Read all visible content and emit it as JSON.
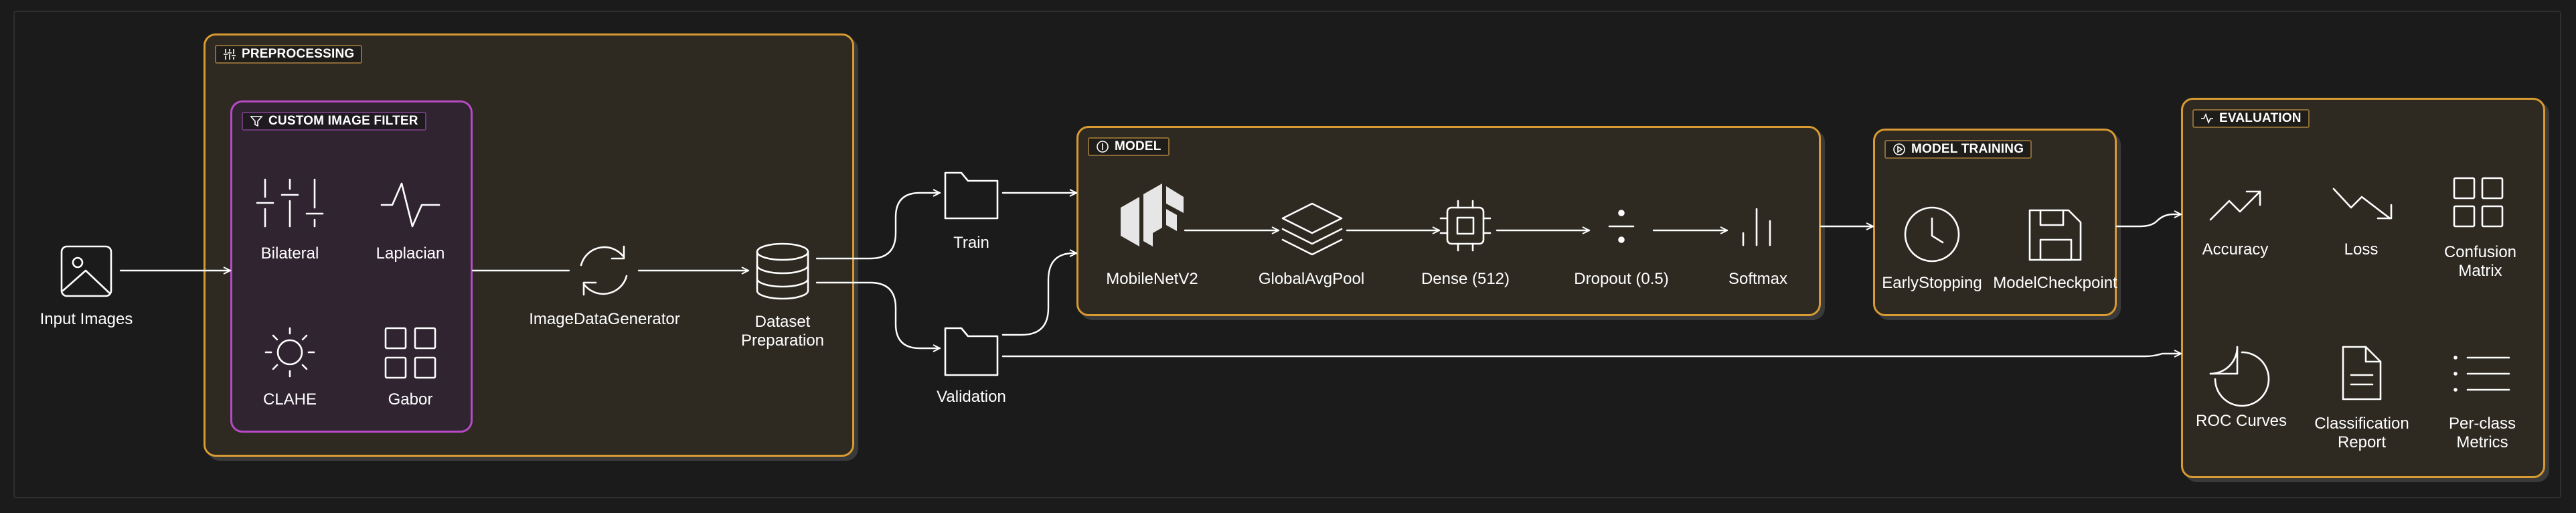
{
  "sections": {
    "preprocessing": "PREPROCESSING",
    "custom_filter": "CUSTOM IMAGE FILTER",
    "model": "MODEL",
    "model_training": "MODEL TRAINING",
    "evaluation": "EVALUATION"
  },
  "nodes": {
    "input_images": "Input Images",
    "bilateral": "Bilateral",
    "laplacian": "Laplacian",
    "clahe": "CLAHE",
    "gabor": "Gabor",
    "image_data_generator": "ImageDataGenerator",
    "dataset_preparation_1": "Dataset",
    "dataset_preparation_2": "Preparation",
    "train": "Train",
    "validation": "Validation",
    "mobilenetv2": "MobileNetV2",
    "global_avg_pool": "GlobalAvgPool",
    "dense": "Dense (512)",
    "dropout": "Dropout (0.5)",
    "softmax": "Softmax",
    "early_stopping": "EarlyStopping",
    "model_checkpoint": "ModelCheckpoint",
    "accuracy": "Accuracy",
    "loss": "Loss",
    "confusion_matrix_1": "Confusion",
    "confusion_matrix_2": "Matrix",
    "roc_curves": "ROC Curves",
    "classification_report_1": "Classification",
    "classification_report_2": "Report",
    "per_class_metrics_1": "Per-class",
    "per_class_metrics_2": "Metrics"
  },
  "colors": {
    "background": "#1b1b1b",
    "group_border": "#d89a32",
    "group_fill": "#2e2a22",
    "filter_border": "#b64ac7",
    "filter_fill": "#2f2430",
    "line": "#ffffff"
  }
}
